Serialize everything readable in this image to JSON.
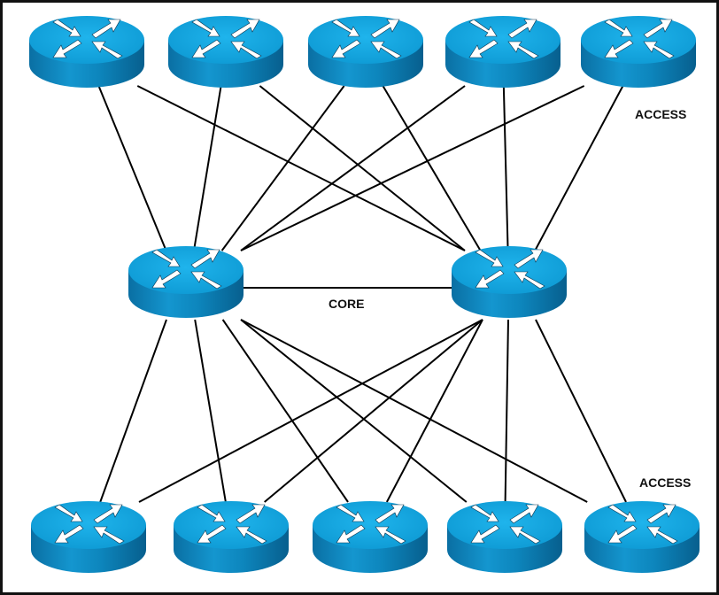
{
  "labels": {
    "access_top": "ACCESS",
    "core": "CORE",
    "access_bottom": "ACCESS"
  },
  "colors": {
    "router_top": "#12a4dc",
    "router_side": "#0b7db3",
    "router_side_dark": "#075b88",
    "arrow": "#ffffff",
    "link": "#000000"
  },
  "nodes": {
    "access_top": [
      {
        "id": "access-top-1",
        "type": "router-icon"
      },
      {
        "id": "access-top-2",
        "type": "router-icon"
      },
      {
        "id": "access-top-3",
        "type": "router-icon"
      },
      {
        "id": "access-top-4",
        "type": "router-icon"
      },
      {
        "id": "access-top-5",
        "type": "router-icon"
      }
    ],
    "core": [
      {
        "id": "core-1",
        "type": "router-icon"
      },
      {
        "id": "core-2",
        "type": "router-icon"
      }
    ],
    "access_bottom": [
      {
        "id": "access-bottom-1",
        "type": "router-icon"
      },
      {
        "id": "access-bottom-2",
        "type": "router-icon"
      },
      {
        "id": "access-bottom-3",
        "type": "router-icon"
      },
      {
        "id": "access-bottom-4",
        "type": "router-icon"
      },
      {
        "id": "access-bottom-5",
        "type": "router-icon"
      }
    ]
  },
  "links": [
    [
      "access-top-1",
      "core-1"
    ],
    [
      "access-top-1",
      "core-2"
    ],
    [
      "access-top-2",
      "core-1"
    ],
    [
      "access-top-2",
      "core-2"
    ],
    [
      "access-top-3",
      "core-1"
    ],
    [
      "access-top-3",
      "core-2"
    ],
    [
      "access-top-4",
      "core-1"
    ],
    [
      "access-top-4",
      "core-2"
    ],
    [
      "access-top-5",
      "core-1"
    ],
    [
      "access-top-5",
      "core-2"
    ],
    [
      "core-1",
      "core-2"
    ],
    [
      "access-bottom-1",
      "core-1"
    ],
    [
      "access-bottom-1",
      "core-2"
    ],
    [
      "access-bottom-2",
      "core-1"
    ],
    [
      "access-bottom-2",
      "core-2"
    ],
    [
      "access-bottom-3",
      "core-1"
    ],
    [
      "access-bottom-3",
      "core-2"
    ],
    [
      "access-bottom-4",
      "core-1"
    ],
    [
      "access-bottom-4",
      "core-2"
    ],
    [
      "access-bottom-5",
      "core-1"
    ],
    [
      "access-bottom-5",
      "core-2"
    ]
  ]
}
